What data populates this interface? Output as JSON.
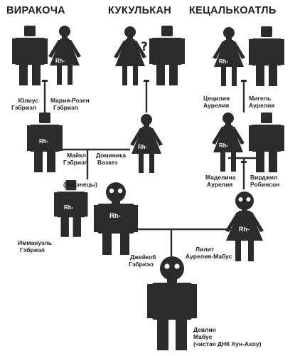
{
  "colors": {
    "ink": "#2b2b2b",
    "text": "#1e1e1e",
    "background": "#ffffff",
    "rh_text": "#ffffff"
  },
  "titles": {
    "left": "ВИРАКОЧА",
    "center": "КУКУЛЬКАН",
    "right": "КЕЦАЛЬКОАТЛЬ"
  },
  "rh_mark": "Rh-",
  "unknown_mark": "?",
  "people": {
    "julius": {
      "name_line1": "Юлиус",
      "name_line2": "Гэбриэл"
    },
    "maria": {
      "name_line1": "Мария-Розен",
      "name_line2": "Гэбриэл"
    },
    "cecilia": {
      "name_line1": "Цецилия",
      "name_line2": "Аурелия"
    },
    "miguel": {
      "name_line1": "Мигель",
      "name_line2": "Аурелия"
    },
    "michael": {
      "name_line1": "Майкл",
      "name_line2": "Гэбриэл"
    },
    "dominica": {
      "name_line1": "Доминика",
      "name_line2": "Вазкез"
    },
    "madelina": {
      "name_line1": "Маделина",
      "name_line2": "Аурелия"
    },
    "virgil": {
      "name_line1": "Вирджил",
      "name_line2": "Робинсон"
    },
    "immanuel": {
      "name_line1": "Иммануэль",
      "name_line2": "Гэбриэл"
    },
    "jacob": {
      "name_line1": "Джейкоб",
      "name_line2": "Гэбриэл"
    },
    "lilith": {
      "name_line1": "Лилит",
      "name_line2": "Аурелия-Мабус"
    },
    "devlin": {
      "name_line1": "Девлин",
      "name_line2": "Мабус",
      "name_line3": "(чистая ДНК Хун-Ахпу)"
    }
  },
  "twins_note": "(близнецы)"
}
